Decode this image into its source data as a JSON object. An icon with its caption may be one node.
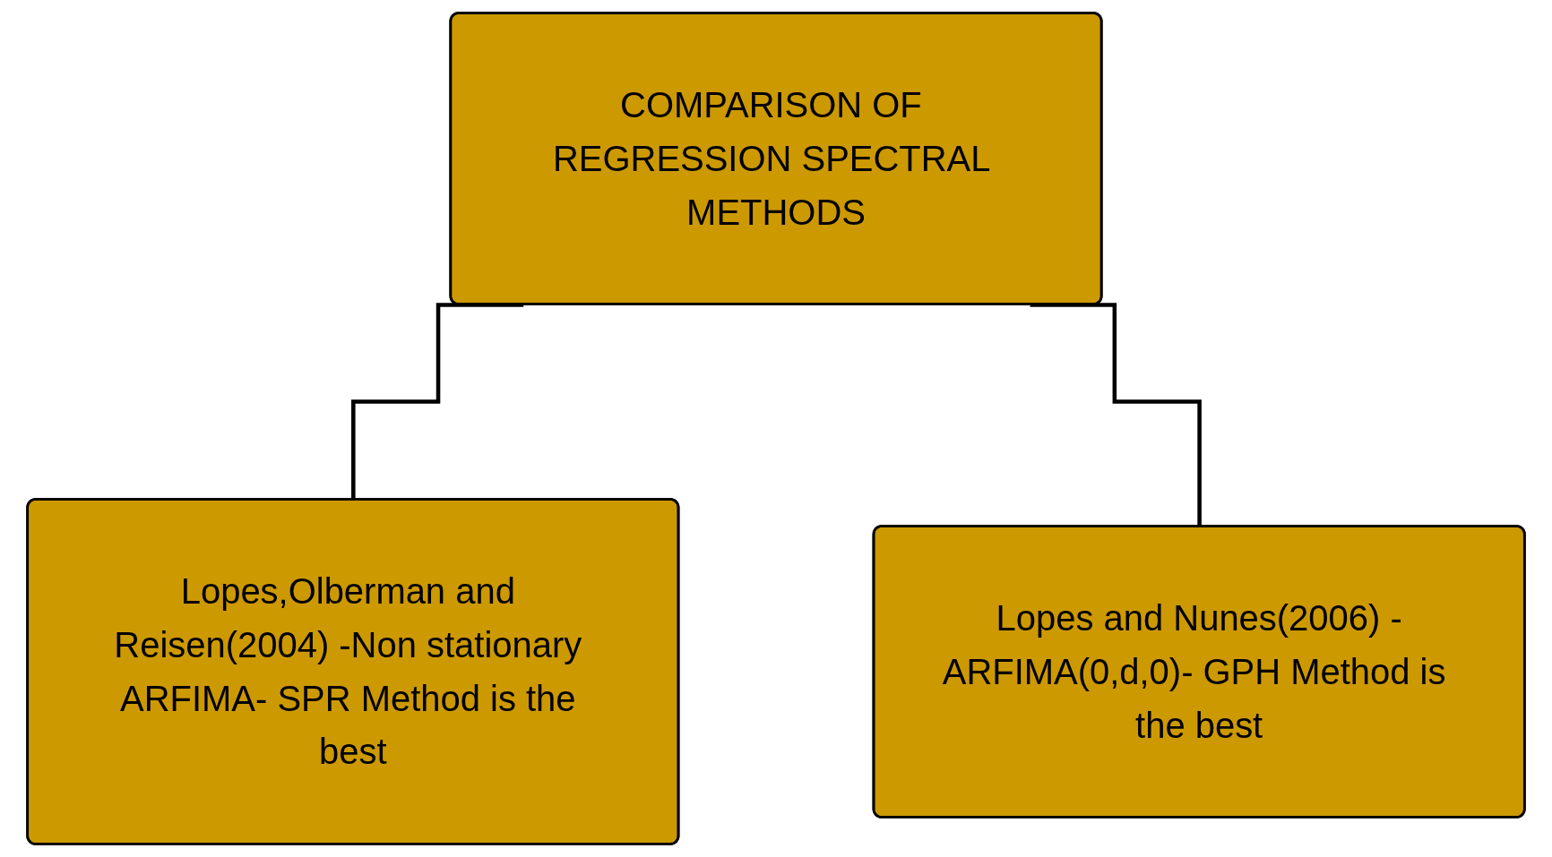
{
  "diagram": {
    "nodes": [
      {
        "text": [
          "COMPARISON OF REGRESSION SPECTRAL METHODS"
        ]
      },
      {
        "text": [
          "Lopes,Olberman and Reisen(2004) -Non stationary ARFIMA- SPR Method is the best"
        ]
      },
      {
        "text": [
          "Lopes and Nunes(2006) -ARFIMA(0,d,0)- GPH Method is the best"
        ]
      }
    ],
    "edges": [
      {
        "from": 0,
        "to": 1,
        "arrow": "none"
      },
      {
        "from": 0,
        "to": 2,
        "arrow": "none"
      }
    ]
  }
}
